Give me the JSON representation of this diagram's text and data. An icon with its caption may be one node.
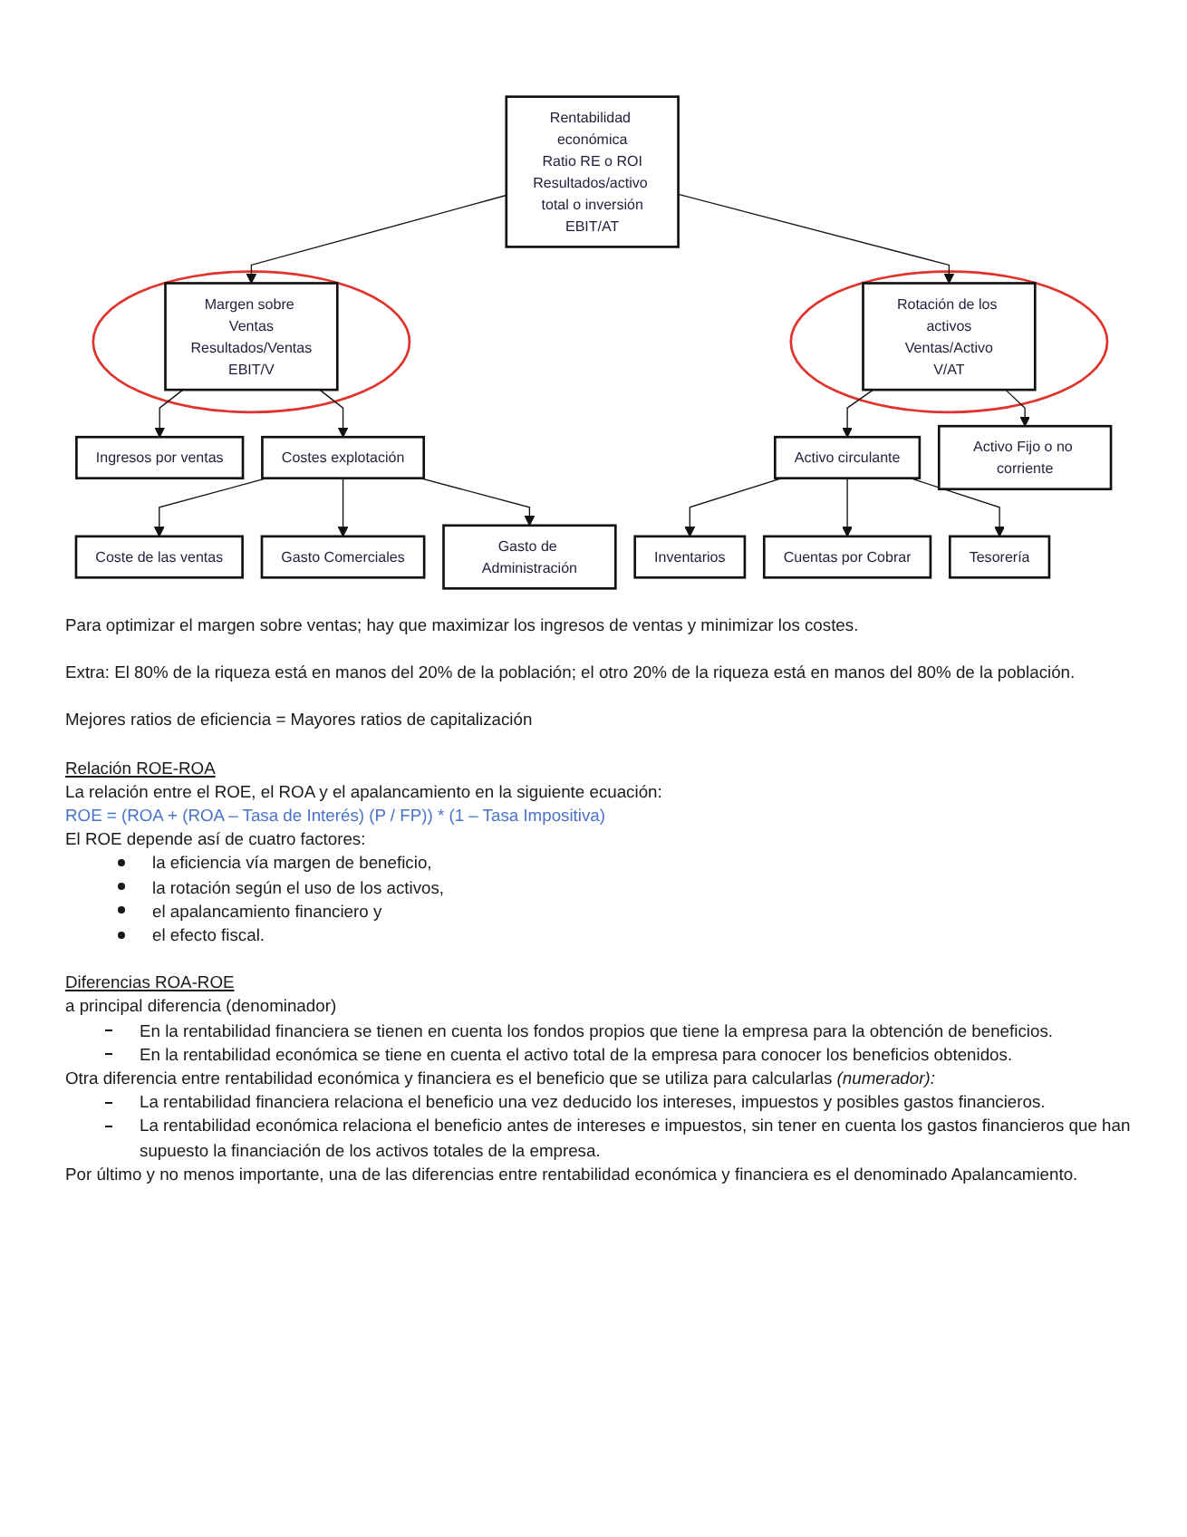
{
  "diagram": {
    "nodes": [
      {
        "text": [
          "Rentabilidad económica",
          "Ratio RE o ROI",
          "Resultados/activo total o inversión",
          "EBIT/AT"
        ]
      },
      {
        "text": [
          "Margen sobre Ventas",
          "Resultados/Ventas",
          "EBIT/V"
        ]
      },
      {
        "text": [
          "Rotación de los activos",
          "Ventas/Activo",
          "V/AT"
        ]
      },
      {
        "text": [
          "Ingresos por ventas"
        ]
      },
      {
        "text": [
          "Costes explotación"
        ]
      },
      {
        "text": [
          "Activo circulante"
        ]
      },
      {
        "text": [
          "Activo Fijo o no corriente"
        ]
      },
      {
        "text": [
          "Coste de las ventas"
        ]
      },
      {
        "text": [
          "Gasto Comerciales"
        ]
      },
      {
        "text": [
          "Gasto de Administración"
        ]
      },
      {
        "text": [
          "Inventarios"
        ]
      },
      {
        "text": [
          "Cuentas por Cobrar"
        ]
      },
      {
        "text": [
          "Tesorería"
        ]
      }
    ],
    "edges": [
      {
        "from": 0,
        "to": 1,
        "arrow": "to"
      },
      {
        "from": 0,
        "to": 2,
        "arrow": "to"
      },
      {
        "from": 1,
        "to": 3,
        "arrow": "to"
      },
      {
        "from": 1,
        "to": 4,
        "arrow": "to"
      },
      {
        "from": 2,
        "to": 5,
        "arrow": "to"
      },
      {
        "from": 2,
        "to": 6,
        "arrow": "to"
      },
      {
        "from": 4,
        "to": 7,
        "arrow": "to"
      },
      {
        "from": 4,
        "to": 8,
        "arrow": "to"
      },
      {
        "from": 4,
        "to": 9,
        "arrow": "to"
      },
      {
        "from": 5,
        "to": 10,
        "arrow": "to"
      },
      {
        "from": 5,
        "to": 11,
        "arrow": "to"
      },
      {
        "from": 5,
        "to": 12,
        "arrow": "to"
      }
    ],
    "labels": [
      "Para optimizar el margen sobre ventas; hay que maximizar los ingresos de ventas y minimizar los costes.",
      "Extra: El 80% de la riqueza está en manos del 20% de la población; el otro 20% de la riqueza está en manos del 80% de la población.",
      "Mejores ratios de eficiencia = Mayores ratios de capitalización",
      "Relación ROE-ROA",
      "La relación entre el ROE, el ROA y el apalancamiento en la siguiente ecuación:",
      "ROE = (ROA + (ROA – Tasa de Interés) (P / FP)) * (1 – Tasa Impositiva)",
      "El ROE depende así de cuatro factores:",
      "la eficiencia vía margen de beneficio,",
      "la rotación según el uso de los activos,",
      "el apalancamiento financiero y",
      "el efecto fiscal.",
      "Diferencias ROA-ROE",
      "a principal diferencia (denominador)",
      "En la rentabilidad financiera se tienen en cuenta los fondos propios que tiene la empresa para la obtención de beneficios.",
      "En la rentabilidad económica se tiene en cuenta el activo total de la empresa para conocer los beneficios obtenidos.",
      "Otra diferencia entre rentabilidad económica y financiera es el beneficio que se utiliza para calcularlas *(numerador):*",
      "La rentabilidad financiera relaciona el beneficio una vez deducido los intereses, impuestos y posibles gastos financieros.",
      "La rentabilidad económica relaciona el beneficio antes de intereses e impuestos, sin tener en cuenta los gastos financieros que han supuesto la financiación de los activos totales de la empresa.",
      "Por último y no menos importante, una de las diferencias entre rentabilidad económica y financiera es el denominado Apalancamiento."
    ]
  }
}
